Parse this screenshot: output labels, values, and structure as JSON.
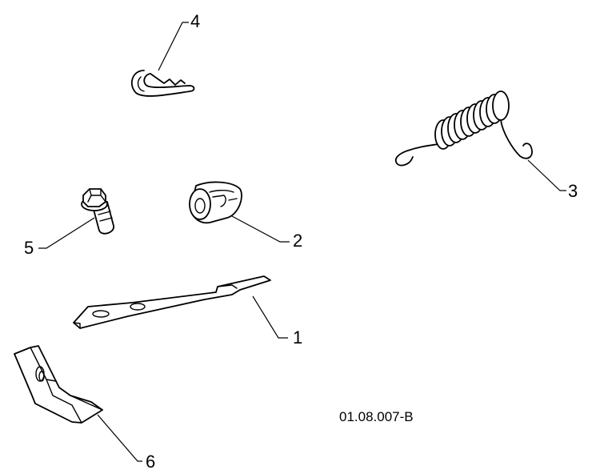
{
  "diagram": {
    "reference_code": "01.08.007-B",
    "callouts": {
      "c1": "1",
      "c2": "2",
      "c3": "3",
      "c4": "4",
      "c5": "5",
      "c6": "6"
    }
  }
}
